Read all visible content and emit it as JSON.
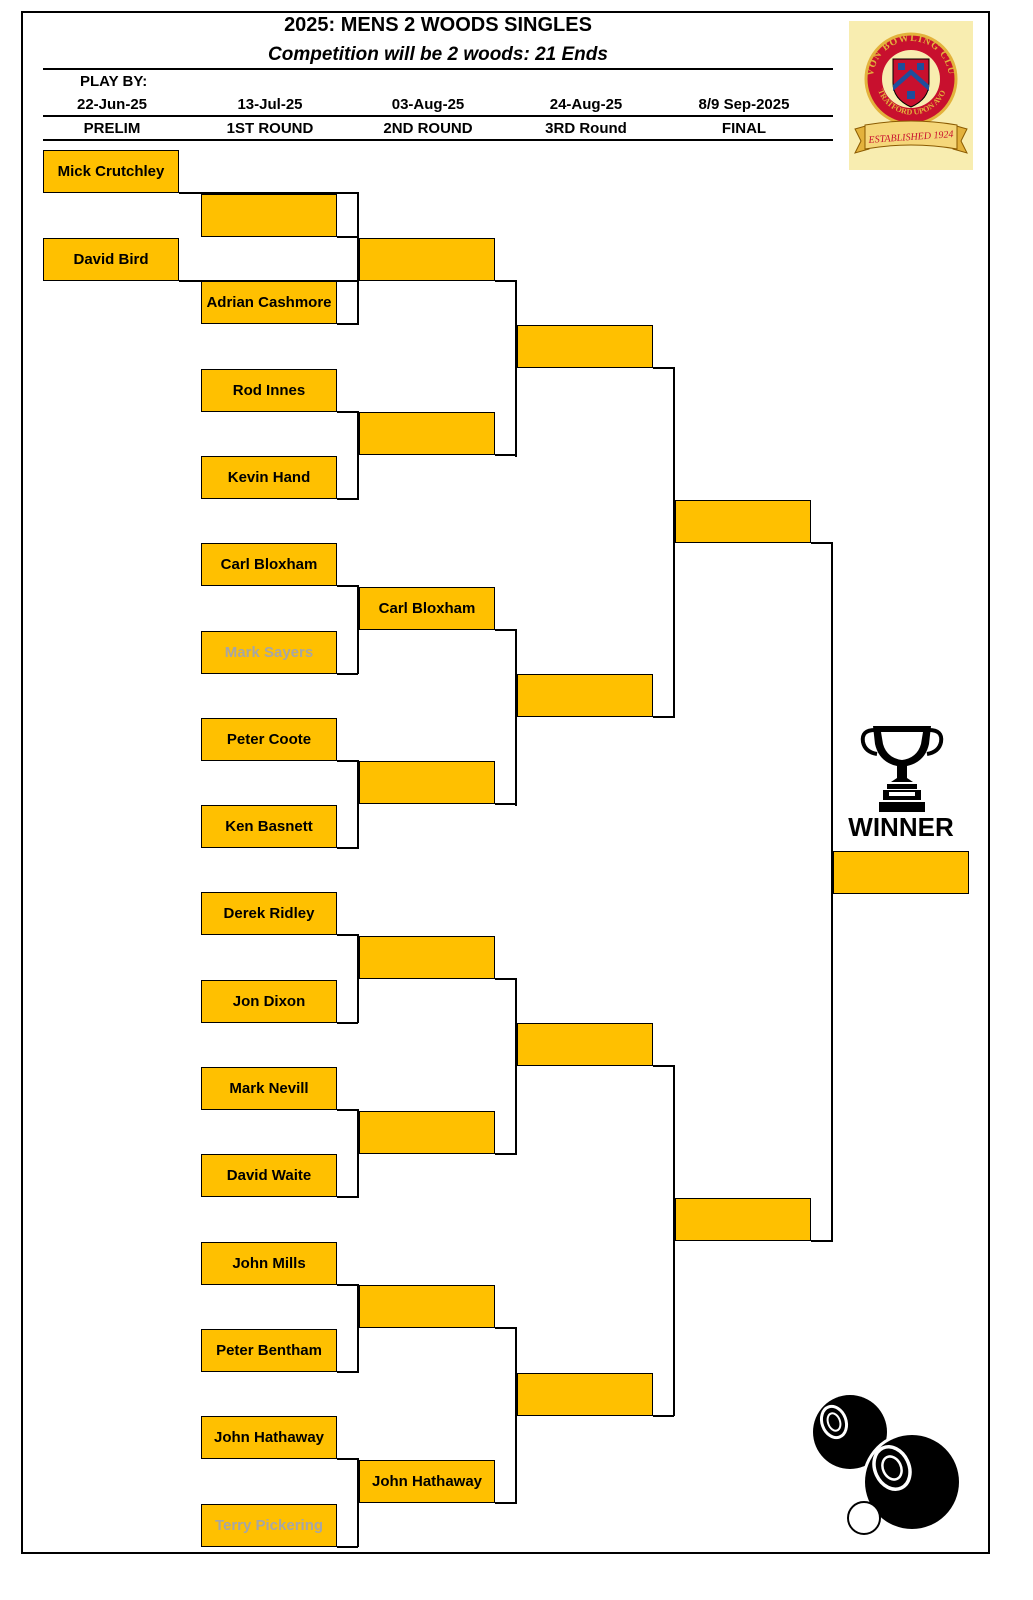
{
  "header": {
    "title": "2025: MENS 2 WOODS SINGLES",
    "subtitle": "Competition will be 2 woods: 21 Ends",
    "play_by": "PLAY BY:",
    "columns": [
      {
        "date": "22-Jun-25",
        "round": "PRELIM"
      },
      {
        "date": "13-Jul-25",
        "round": "1ST ROUND"
      },
      {
        "date": "03-Aug-25",
        "round": "2ND ROUND"
      },
      {
        "date": "24-Aug-25",
        "round": "3RD Round"
      },
      {
        "date": "8/9 Sep-2025",
        "round": "FINAL"
      }
    ]
  },
  "logo": {
    "text_top": "AVON BOWLING CLUB",
    "text_side": "STRATFORD UPON AVON",
    "banner": "ESTABLISHED 1924"
  },
  "winner": {
    "label": "WINNER",
    "name": ""
  },
  "colors": {
    "slot": "#FFC000",
    "faded_text": "#a6a6a6",
    "logo_bg": "#F8EDB0",
    "logo_red": "#C8102E",
    "logo_blue": "#1F4E9C"
  },
  "bracket": {
    "prelim": [
      "Mick Crutchley",
      "David Bird"
    ],
    "round1": [
      "",
      "Adrian Cashmore",
      "Rod Innes",
      "Kevin Hand",
      "Carl Bloxham",
      "Mark Sayers",
      "Peter Coote",
      "Ken Basnett",
      "Derek Ridley",
      "Jon Dixon",
      "Mark Nevill",
      "David Waite",
      "John Mills",
      "Peter Bentham",
      "John Hathaway",
      "Terry Pickering"
    ],
    "round1_faded": [
      false,
      false,
      false,
      false,
      false,
      true,
      false,
      false,
      false,
      false,
      false,
      false,
      false,
      false,
      false,
      true
    ],
    "round2": [
      "",
      "",
      "Carl Bloxham",
      "",
      "",
      "",
      "",
      "John Hathaway"
    ],
    "round3": [
      "",
      "",
      "",
      ""
    ],
    "semi": [
      "",
      ""
    ]
  }
}
